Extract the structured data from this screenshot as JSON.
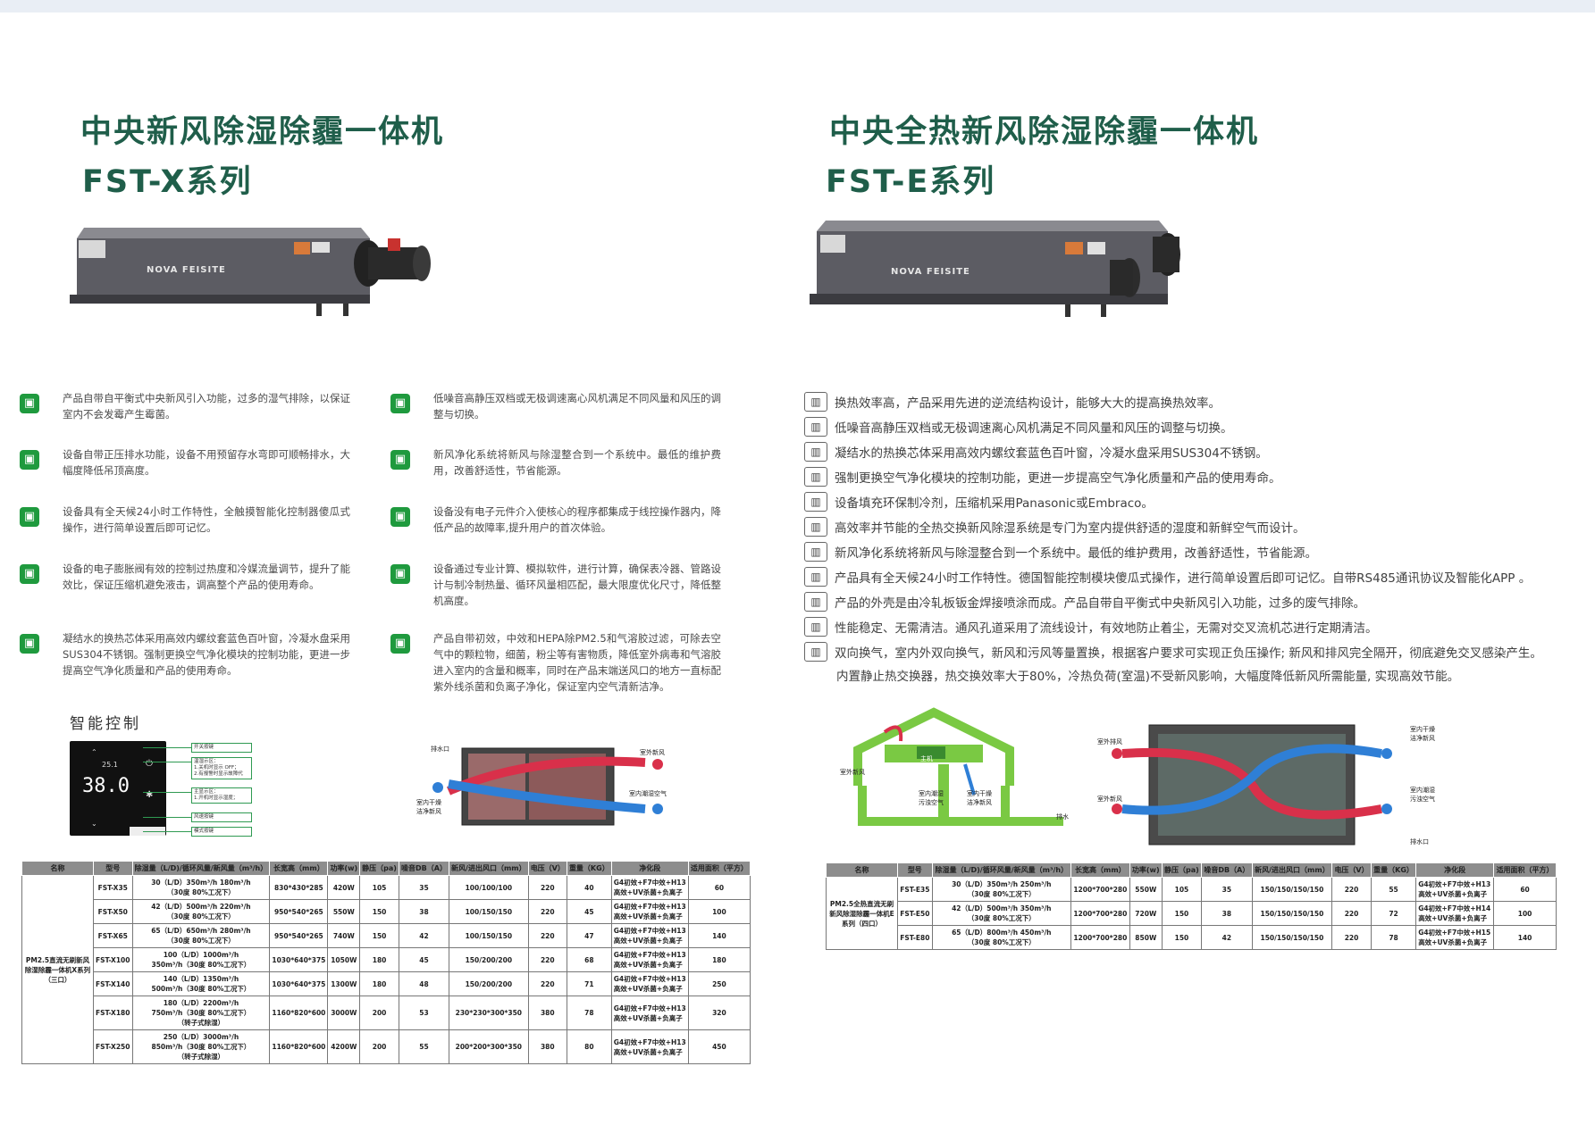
{
  "left": {
    "title": "中央新风除湿除霾一体机",
    "series": "FST-X系列",
    "brand_logo": "NOVA FEISITE",
    "features": [
      {
        "icon": "fan-icon",
        "text": "产品自带自平衡式中央新风引入功能，过多的湿气排除，以保证室内不会发霉产生霉菌。"
      },
      {
        "icon": "silent-icon",
        "text": "低噪音高静压双档或无极调速离心风机满足不同风量和风压的调整与切换。"
      },
      {
        "icon": "drain-icon",
        "text": "设备自带正压排水功能，设备不用预留存水弯即可顺畅排水，大幅度降低吊顶高度。"
      },
      {
        "icon": "filter-icon",
        "text": "新风净化系统将新风与除湿整合到一个系统中。最低的维护费用，改善舒适性，节省能源。"
      },
      {
        "icon": "control-icon",
        "text": "设备具有全天候24小时工作特性，全触摸智能化控制器傻瓜式操作，进行简单设置后即可记忆。"
      },
      {
        "icon": "settings-icon",
        "text": "设备没有电子元件介入使核心的程序都集成于线控操作器内，降低产品的故障率,提升用户的首次体验。"
      },
      {
        "icon": "valve-icon",
        "text": "设备的电子膨胀阀有效的控制过热度和冷媒流量调节，提升了能效比，保证压缩机避免液击，调高整个产品的使用寿命。"
      },
      {
        "icon": "monitor-icon",
        "text": "设备通过专业计算、模拟软件，进行计算，确保表冷器、管路设计与制冷制热量、循环风量相匹配，最大限度优化尺寸，降低整机高度。"
      },
      {
        "icon": "coil-icon",
        "text": "凝结水的换热芯体采用高效内螺纹套蓝色百叶窗，冷凝水盘采用SUS304不锈钢。强制更换空气净化模块的控制功能，更进一步提高空气净化质量和产品的使用寿命。"
      },
      {
        "icon": "purify-icon",
        "text": "产品自带初效，中效和HEPA除PM2.5和气溶胶过滤，可除去空气中的颗粒物，细菌，粉尘等有害物质，降低室外病毒和气溶胶进入室内的含量和概率，同时在产品末端送风口的地方一直标配紫外线杀菌和负离子净化，保证室内空气清新洁净。"
      }
    ],
    "smart_control": "智能控制",
    "display_value": "38.0",
    "display_small": "25.1",
    "controller_labels": [
      "开关按键",
      "温湿示区：\n1.关机时显示 OFF；\n2.有报警时显示故障代",
      "主显示区：\n1.开机时显示湿度；",
      "风速按键",
      "模式按键"
    ],
    "diagram_labels": {
      "drain": "排水口",
      "outdoor_fresh": "室外新风",
      "indoor_clean": "室内干燥\n洁净新风",
      "indoor_humid": "室内潮湿空气"
    },
    "table": {
      "headers": [
        "名称",
        "型号",
        "除湿量（L/D)/循环风量/新风量（m³/h）",
        "长宽高（mm）",
        "功率(w)",
        "静压（pa)",
        "噪音DB（A）",
        "新风/进出风口（mm）",
        "电压（V）",
        "重量（KG）",
        "净化段",
        "适用面积（平方）"
      ],
      "name": "PM2.5直流无刷新风除湿除霾一体机X系列（三口）",
      "rows": [
        [
          "FST-X35",
          "30（L/D）350m³/h 180m³/h\n（30度 80%工况下）",
          "830*430*285",
          "420W",
          "105",
          "35",
          "100/100/100",
          "220",
          "40",
          "G4初效+F7中效+H13\n高效+UV杀菌+负离子",
          "60"
        ],
        [
          "FST-X50",
          "42（L/D）500m³/h 220m³/h\n（30度 80%工况下）",
          "950*540*265",
          "550W",
          "150",
          "38",
          "100/150/150",
          "220",
          "45",
          "G4初效+F7中效+H13\n高效+UV杀菌+负离子",
          "100"
        ],
        [
          "FST-X65",
          "65（L/D）650m³/h 280m³/h\n（30度 80%工况下）",
          "950*540*265",
          "740W",
          "150",
          "42",
          "100/150/150",
          "220",
          "47",
          "G4初效+F7中效+H13\n高效+UV杀菌+负离子",
          "140"
        ],
        [
          "FST-X100",
          "100（L/D）1000m³/h\n350m³/h（30度 80%工况下）",
          "1030*640*375",
          "1050W",
          "180",
          "45",
          "150/200/200",
          "220",
          "68",
          "G4初效+F7中效+H13\n高效+UV杀菌+负离子",
          "180"
        ],
        [
          "FST-X140",
          "140（L/D）1350m³/h\n500m³/h（30度 80%工况下）",
          "1030*640*375",
          "1300W",
          "180",
          "48",
          "150/200/200",
          "220",
          "71",
          "G4初效+F7中效+H13\n高效+UV杀菌+负离子",
          "250"
        ],
        [
          "FST-X180",
          "180（L/D）2200m³/h\n750m³/h（30度 80%工况下）\n（转子式除湿）",
          "1160*820*600",
          "3000W",
          "200",
          "53",
          "230*230*300*350",
          "380",
          "78",
          "G4初效+F7中效+H13\n高效+UV杀菌+负离子",
          "320"
        ],
        [
          "FST-X250",
          "250（L/D）3000m³/h\n850m³/h（30度 80%工况下）\n（转子式除湿）",
          "1160*820*600",
          "4200W",
          "200",
          "55",
          "200*200*300*350",
          "380",
          "80",
          "G4初效+F7中效+H13\n高效+UV杀菌+负离子",
          "450"
        ]
      ]
    }
  },
  "right": {
    "title": "中央全热新风除湿除霾一体机",
    "series": "FST-E系列",
    "brand_logo": "NOVA FEISITE",
    "features": [
      {
        "icon": "heat-exchange-icon",
        "text": "换热效率高，产品采用先进的逆流结构设计，能够大大的提高换热效率。"
      },
      {
        "icon": "fan-speed-icon",
        "text": "低噪音高静压双档或无极调速离心风机满足不同风量和风压的调整与切换。"
      },
      {
        "icon": "core-icon",
        "text": "凝结水的热换芯体采用高效内螺纹套蓝色百叶窗，冷凝水盘采用SUS304不锈钢。"
      },
      {
        "icon": "replace-icon",
        "text": "强制更换空气净化模块的控制功能，更进一步提高空气净化质量和产品的使用寿命。"
      },
      {
        "icon": "refrigerant-icon",
        "text": "设备填充环保制冷剂，压缩机采用Panasonic或Embraco。"
      },
      {
        "icon": "energy-icon",
        "text": "高效率并节能的全热交换新风除湿系统是专门为室内提供舒适的湿度和新鲜空气而设计。"
      },
      {
        "icon": "system-icon",
        "text": "新风净化系统将新风与除湿整合到一个系统中。最低的维护费用，改善舒适性，节省能源。"
      },
      {
        "icon": "phone-icon",
        "text": "产品具有全天候24小时工作特性。德国智能控制模块傻瓜式操作，进行简单设置后即可记忆。自带RS485通讯协议及智能化APP 。"
      },
      {
        "icon": "housing-icon",
        "text": "产品的外壳是由冷轧板钣金焊接喷涂而成。产品自带自平衡式中央新风引入功能，过多的废气排除。"
      },
      {
        "icon": "dust-icon",
        "text": "性能稳定、无需清洁。通风孔道采用了流线设计，有效地防止着尘，无需对交叉流机芯进行定期清洁。"
      },
      {
        "icon": "bidirectional-icon",
        "text": "双向换气，室内外双向换气，新风和污风等量置换，根据客户要求可实现正负压操作; 新风和排风完全隔开，彻底避免交叉感染产生。"
      }
    ],
    "feature_extra": "内置静止热交换器，热交换效率大于80%，冷热负荷(室温)不受新风影响，大幅度降低新风所需能量, 实现高效节能。",
    "house_labels": {
      "main": "主机",
      "outdoor_fresh": "室外新风",
      "indoor_humid": "室内潮湿\n污浊空气",
      "indoor_clean": "室内干燥\n洁净新风",
      "drain": "排水"
    },
    "unit_labels": {
      "exhaust_out": "室外排风",
      "fresh_in": "室外新风",
      "indoor_clean": "室内干燥\n洁净新风",
      "indoor_humid": "室内潮湿\n污浊空气",
      "drain": "排水口"
    },
    "table": {
      "headers": [
        "名称",
        "型号",
        "除湿量（L/D)/循环风量/新风量（m³/h）",
        "长宽高（mm）",
        "功率(w)",
        "静压（pa)",
        "噪音DB（A）",
        "新风/进出风口（mm）",
        "电压（V）",
        "重量（KG）",
        "净化段",
        "适用面积（平方）"
      ],
      "name": "PM2.5全热直流无刷新风除湿除霾一体机E系列（四口）",
      "rows": [
        [
          "FST-E35",
          "30（L/D）350m³/h 250m³/h\n（30度 80%工况下）",
          "1200*700*280",
          "550W",
          "105",
          "35",
          "150/150/150/150",
          "220",
          "55",
          "G4初效+F7中效+H13\n高效+UV杀菌+负离子",
          "60"
        ],
        [
          "FST-E50",
          "42（L/D）500m³/h 350m³/h\n（30度 80%工况下）",
          "1200*700*280",
          "720W",
          "150",
          "38",
          "150/150/150/150",
          "220",
          "72",
          "G4初效+F7中效+H14\n高效+UV杀菌+负离子",
          "100"
        ],
        [
          "FST-E80",
          "65（L/D）800m³/h 450m³/h\n（30度 80%工况下）",
          "1200*700*280",
          "850W",
          "150",
          "42",
          "150/150/150/150",
          "220",
          "78",
          "G4初效+F7中效+H15\n高效+UV杀菌+负离子",
          "140"
        ]
      ]
    }
  },
  "colors": {
    "title_green": "#1f5e4a",
    "icon_green": "#1f9a3e",
    "table_header": "#8d8d8d",
    "hot_air": "#d9304a",
    "cool_air": "#2f7fd6"
  }
}
